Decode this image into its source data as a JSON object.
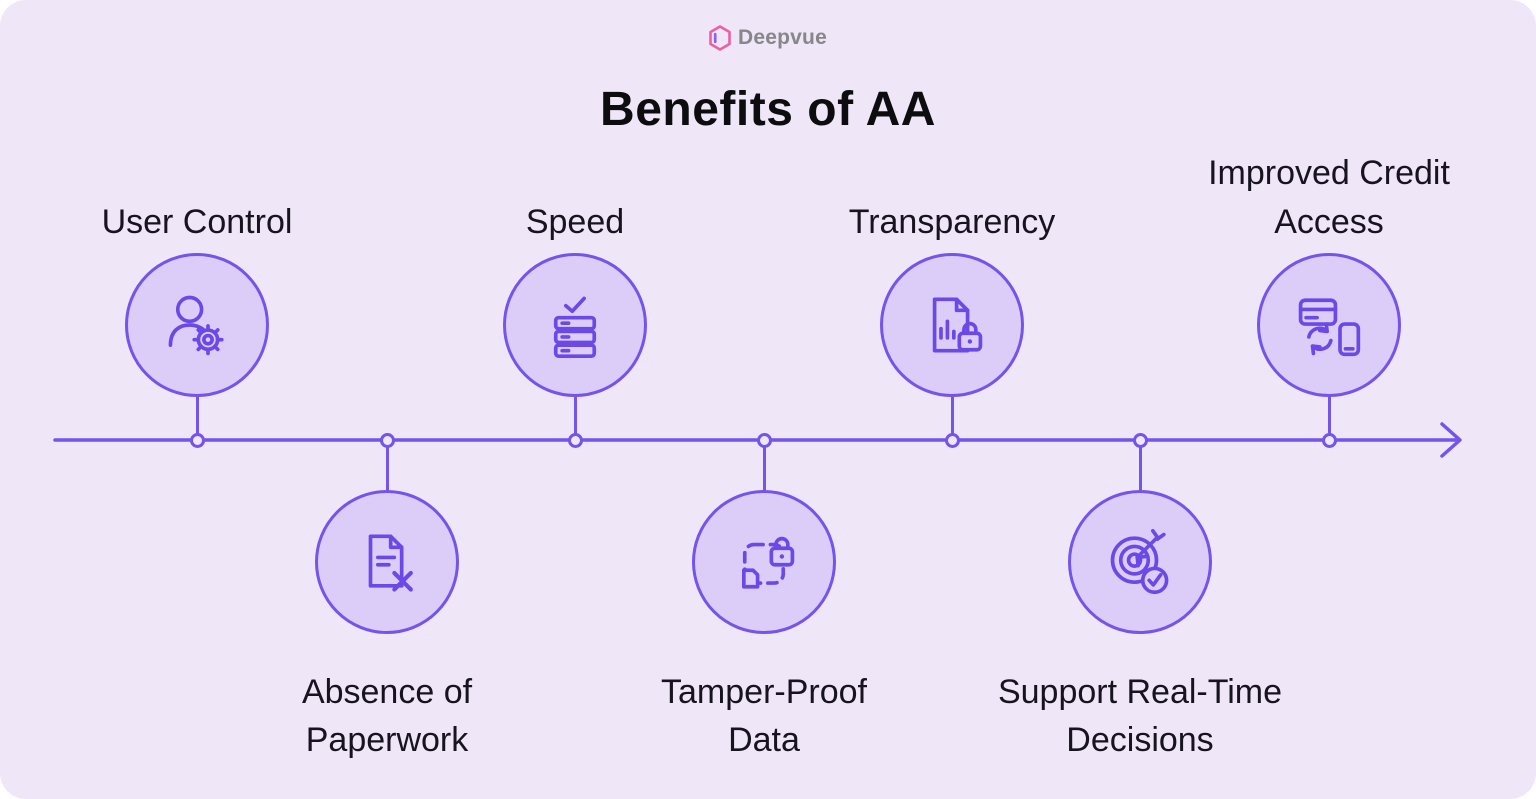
{
  "theme": {
    "background": "#EFE6F8",
    "accent_purple": "#7454EA",
    "icon_stroke": "#6C49E6",
    "node_fill": "#DCCCF8",
    "title_color": "#0D0C0F",
    "label_color": "#17131F",
    "logo_text_color": "#87868B",
    "logo_mark_pink": "#EC5FA5"
  },
  "logo": {
    "text": "Deepvue",
    "icon": "deepvue-hexagon-logo-icon"
  },
  "title": "Benefits of AA",
  "timeline": {
    "style": "horizontal-arrow-left-to-right",
    "items": [
      {
        "label": "User Control",
        "icon": "user-with-gear-icon",
        "side": "top"
      },
      {
        "label": "Absence of Paperwork",
        "icon": "document-cross-icon",
        "side": "bottom"
      },
      {
        "label": "Speed",
        "icon": "server-stack-check-icon",
        "side": "top"
      },
      {
        "label": "Tamper-Proof Data",
        "icon": "dashed-frame-lock-icon",
        "side": "bottom"
      },
      {
        "label": "Transparency",
        "icon": "document-chart-lock-icon",
        "side": "top"
      },
      {
        "label": "Support Real-Time Decisions",
        "icon": "target-dart-check-icon",
        "side": "bottom"
      },
      {
        "label": "Improved Credit Access",
        "icon": "card-phone-transfer-icon",
        "side": "top"
      }
    ]
  }
}
